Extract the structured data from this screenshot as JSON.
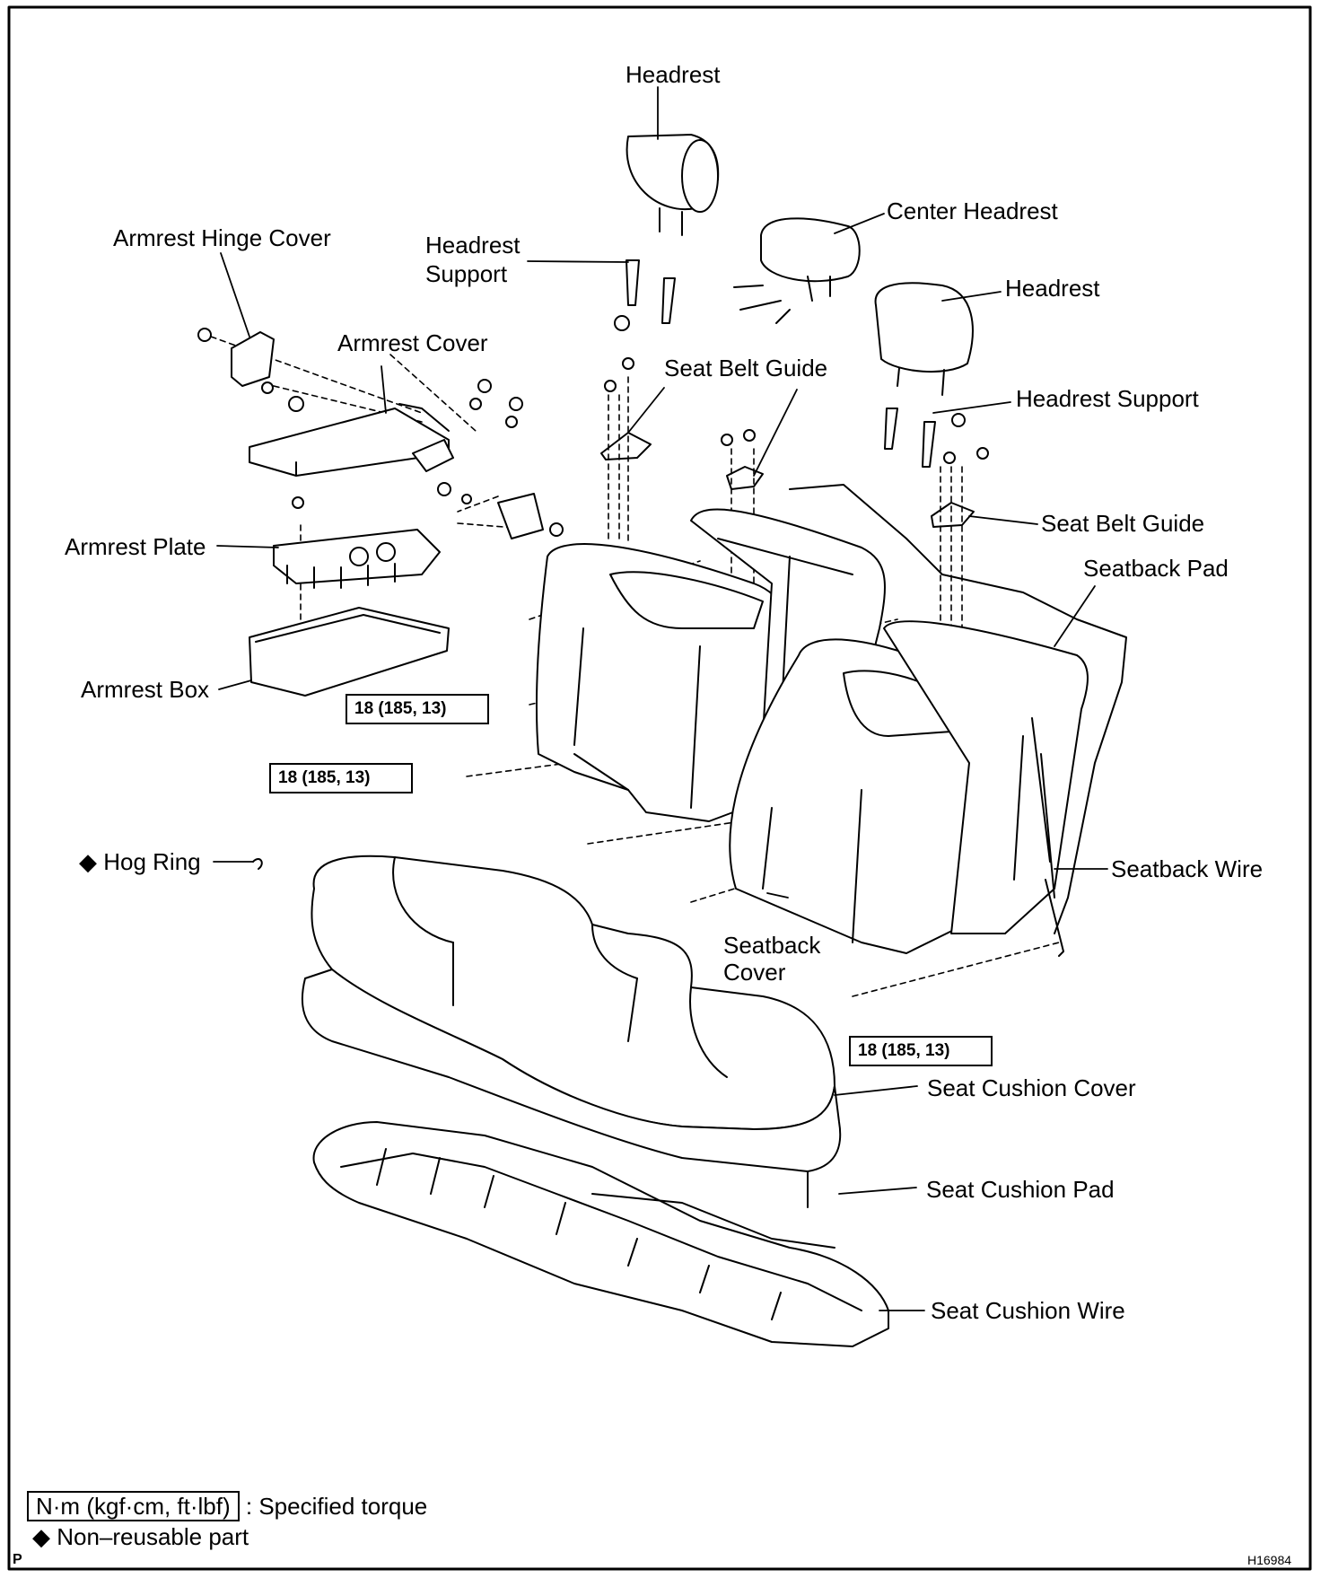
{
  "labels": {
    "headrest_top": "Headrest",
    "center_headrest": "Center Headrest",
    "headrest_right": "Headrest",
    "armrest_hinge_cover": "Armrest Hinge Cover",
    "headrest_support_left_line1": "Headrest",
    "headrest_support_left_line2": "Support",
    "armrest_cover": "Armrest Cover",
    "seat_belt_guide_left": "Seat Belt Guide",
    "headrest_support_right": "Headrest Support",
    "seat_belt_guide_right": "Seat Belt Guide",
    "seatback_pad": "Seatback Pad",
    "armrest_plate": "Armrest Plate",
    "armrest_box": "Armrest Box",
    "hog_ring": "Hog Ring",
    "seatback_wire": "Seatback Wire",
    "seatback_cover_line1": "Seatback",
    "seatback_cover_line2": "Cover",
    "seat_cushion_cover": "Seat Cushion Cover",
    "seat_cushion_pad": "Seat Cushion Pad",
    "seat_cushion_wire": "Seat Cushion Wire"
  },
  "torque": {
    "t1": "18 (185, 13)",
    "t2": "18 (185, 13)",
    "t3": "18 (185, 13)"
  },
  "legend": {
    "torque_unit": "N·m (kgf·cm, ft·lbf)",
    "torque_desc": ": Specified torque",
    "nonreusable_symbol": "◆",
    "nonreusable_desc": "Non–reusable part"
  },
  "symbols": {
    "diamond": "◆"
  },
  "corner": {
    "left": "P",
    "right": "H16984"
  }
}
